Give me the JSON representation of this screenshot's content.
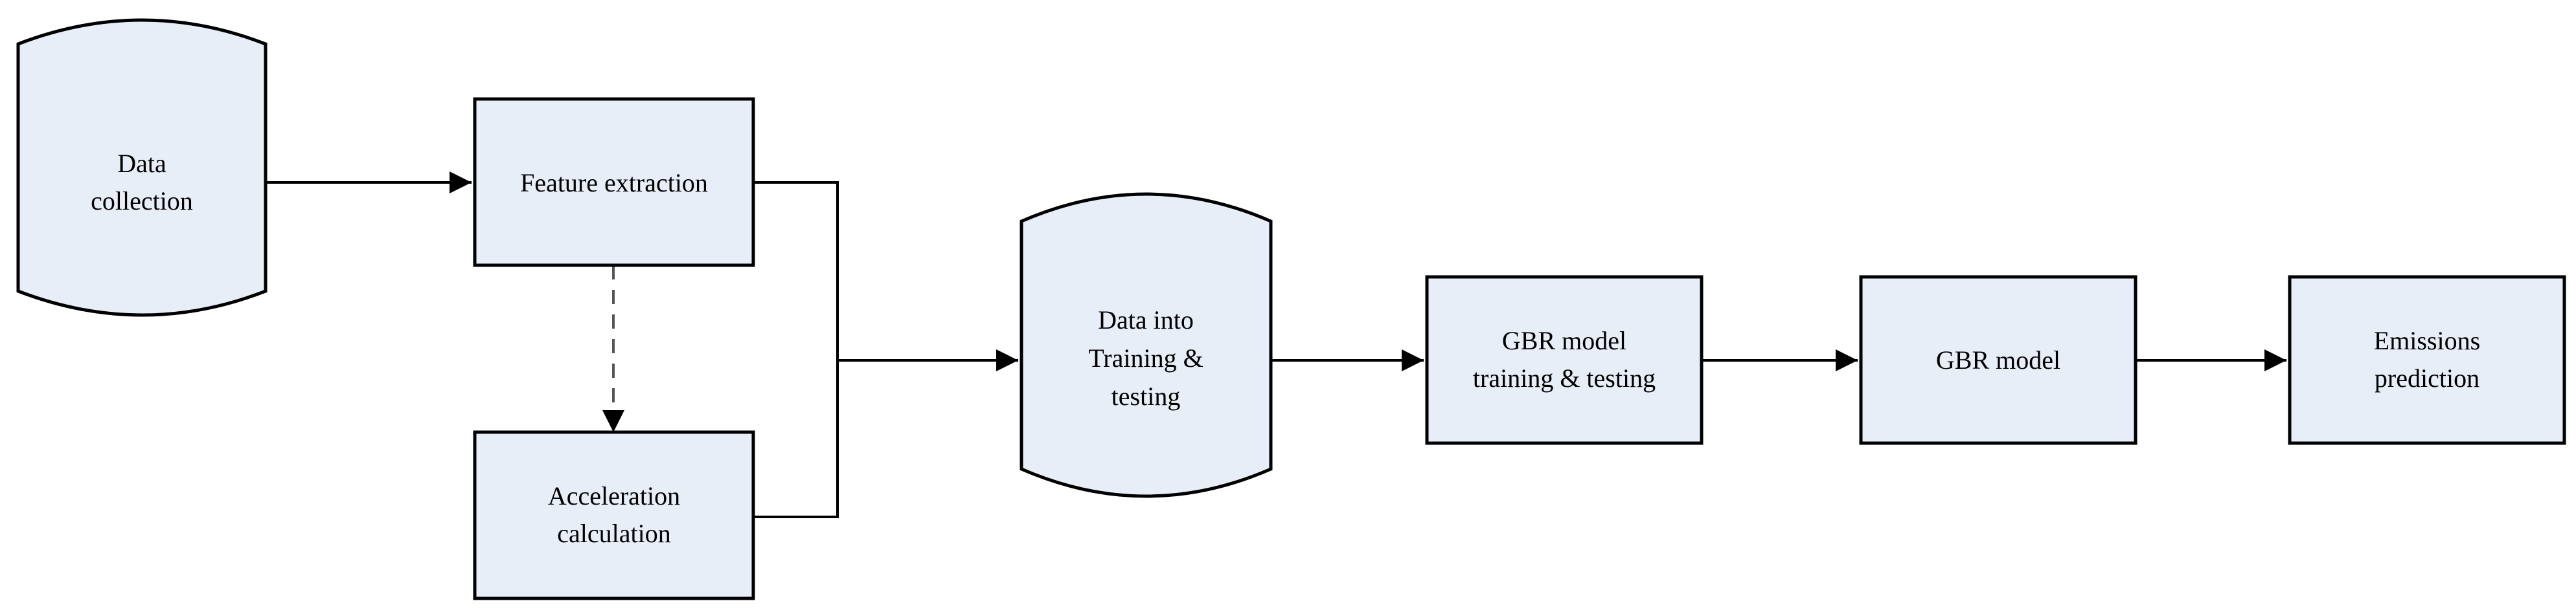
{
  "diagram": {
    "nodes": {
      "data_collection": {
        "line1": "Data",
        "line2": "collection",
        "shape": "cylinder"
      },
      "feature_extraction": {
        "line1": "Feature extraction",
        "shape": "rectangle"
      },
      "acceleration_calculation": {
        "line1": "Acceleration",
        "line2": "calculation",
        "shape": "rectangle"
      },
      "data_training_testing": {
        "line1": "Data into",
        "line2": "Training &",
        "line3": "testing",
        "shape": "cylinder"
      },
      "gbr_training_testing": {
        "line1": "GBR model",
        "line2": "training & testing",
        "shape": "rectangle"
      },
      "gbr_model": {
        "line1": "GBR model",
        "shape": "rectangle"
      },
      "emissions_prediction": {
        "line1": "Emissions",
        "line2": "prediction",
        "shape": "rectangle"
      }
    },
    "edges": [
      {
        "from": "data_collection",
        "to": "feature_extraction",
        "style": "solid"
      },
      {
        "from": "feature_extraction",
        "to": "acceleration_calculation",
        "style": "dashed"
      },
      {
        "from": "feature_extraction",
        "to": "data_training_testing",
        "style": "solid"
      },
      {
        "from": "acceleration_calculation",
        "to": "data_training_testing",
        "style": "solid"
      },
      {
        "from": "data_training_testing",
        "to": "gbr_training_testing",
        "style": "solid"
      },
      {
        "from": "gbr_training_testing",
        "to": "gbr_model",
        "style": "solid"
      },
      {
        "from": "gbr_model",
        "to": "emissions_prediction",
        "style": "solid"
      }
    ],
    "colors": {
      "node_fill": "#e8eef8",
      "stroke": "#000000",
      "dashed_stroke": "#555555",
      "background": "#ffffff"
    }
  }
}
